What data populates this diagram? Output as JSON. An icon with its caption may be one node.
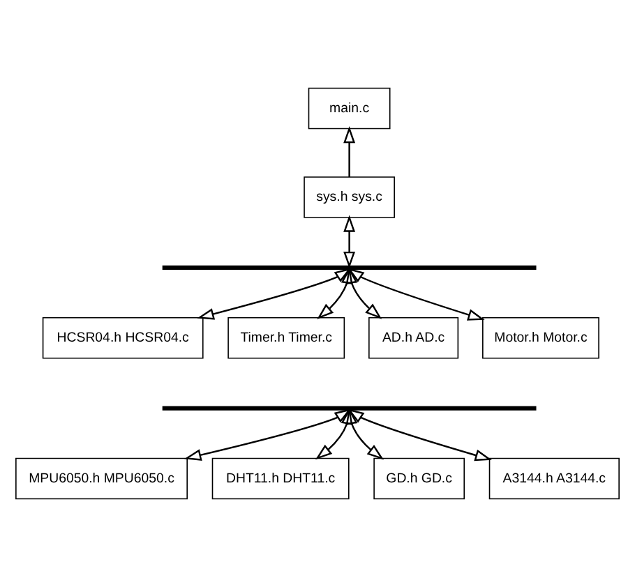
{
  "diagram": {
    "nodes": [
      {
        "text": [
          "main.c"
        ]
      },
      {
        "text": [
          "sys.h sys.c"
        ]
      },
      {
        "text": [],
        "shape": "bar"
      },
      {
        "text": [
          "HCSR04.h HCSR04.c"
        ]
      },
      {
        "text": [
          "Timer.h Timer.c"
        ]
      },
      {
        "text": [
          "AD.h AD.c"
        ]
      },
      {
        "text": [
          "Motor.h Motor.c"
        ]
      },
      {
        "text": [],
        "shape": "bar"
      },
      {
        "text": [
          "MPU6050.h MPU6050.c"
        ]
      },
      {
        "text": [
          "DHT11.h DHT11.c"
        ]
      },
      {
        "text": [
          "GD.h GD.c"
        ]
      },
      {
        "text": [
          "A3144.h A3144.c"
        ]
      }
    ],
    "edges": [
      {
        "from": 1,
        "to": 0,
        "arrow": "to"
      },
      {
        "from": 1,
        "to": 2,
        "arrow": "both"
      },
      {
        "from": 2,
        "to": 3,
        "arrow": "both"
      },
      {
        "from": 2,
        "to": 4,
        "arrow": "both"
      },
      {
        "from": 2,
        "to": 5,
        "arrow": "both"
      },
      {
        "from": 2,
        "to": 6,
        "arrow": "both"
      },
      {
        "from": 7,
        "to": 8,
        "arrow": "both"
      },
      {
        "from": 7,
        "to": 9,
        "arrow": "both"
      },
      {
        "from": 7,
        "to": 10,
        "arrow": "both"
      },
      {
        "from": 7,
        "to": 11,
        "arrow": "both"
      }
    ]
  }
}
